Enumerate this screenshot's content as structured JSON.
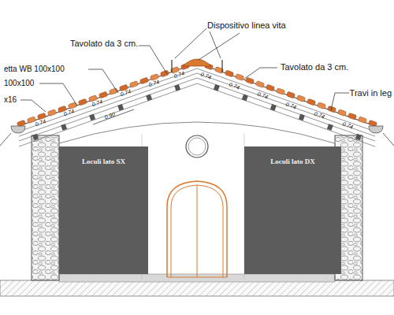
{
  "diagram": {
    "nodes": [
      {
        "text": [
          "Loculi lato SX"
        ]
      },
      {
        "text": [
          "Loculi lato DX"
        ]
      }
    ],
    "labels": [
      "Dispositivo linea vita",
      "Tavolato da 3 cm.",
      "Tavolato da 3 cm.",
      "etta WB 100x100",
      "100x100",
      "x16",
      "Travi in leg",
      "0.74",
      "0.74",
      "0.74",
      "0.74",
      "0.74",
      "0.74",
      "0.74",
      "0.74",
      "0.74",
      "0.74",
      "0.74",
      "0.74",
      "0.90"
    ]
  }
}
